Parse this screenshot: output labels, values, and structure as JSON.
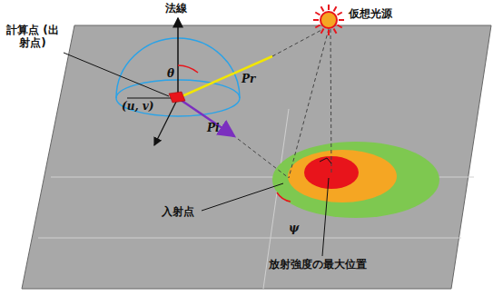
{
  "diagram": {
    "labels": [
      "法線",
      "仮想光源",
      "計算点 (出射点)",
      "θ",
      "(u, v)",
      "Pr",
      "Pi",
      "入射点",
      "ψ",
      "放射強度の最大位置"
    ]
  }
}
